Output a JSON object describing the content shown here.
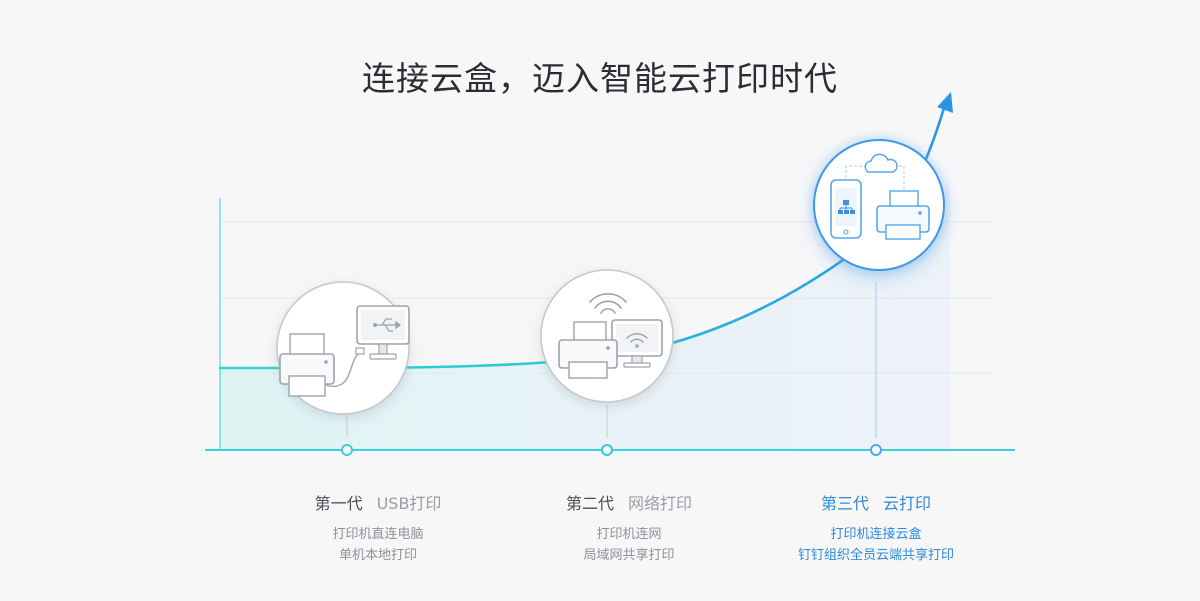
{
  "title": "连接云盒，迈入智能云打印时代",
  "colors": {
    "curve_start": "#30d8d0",
    "curve_end": "#2b94e6",
    "axis": "#37d3d8",
    "grid": "#e3e6ea",
    "active_text": "#2e8ad8"
  },
  "generations": [
    {
      "name": "第一代",
      "type": "USB打印",
      "lines": [
        "打印机直连电脑",
        "单机本地打印"
      ],
      "icon": "printer-usb-computer-icon"
    },
    {
      "name": "第二代",
      "type": "网络打印",
      "lines": [
        "打印机连网",
        "局域网共享打印"
      ],
      "icon": "printer-wifi-monitor-icon"
    },
    {
      "name": "第三代",
      "type": "云打印",
      "lines": [
        "打印机连接云盒",
        "钉钉组织全员云端共享打印"
      ],
      "icon": "phone-cloud-printer-icon"
    }
  ]
}
